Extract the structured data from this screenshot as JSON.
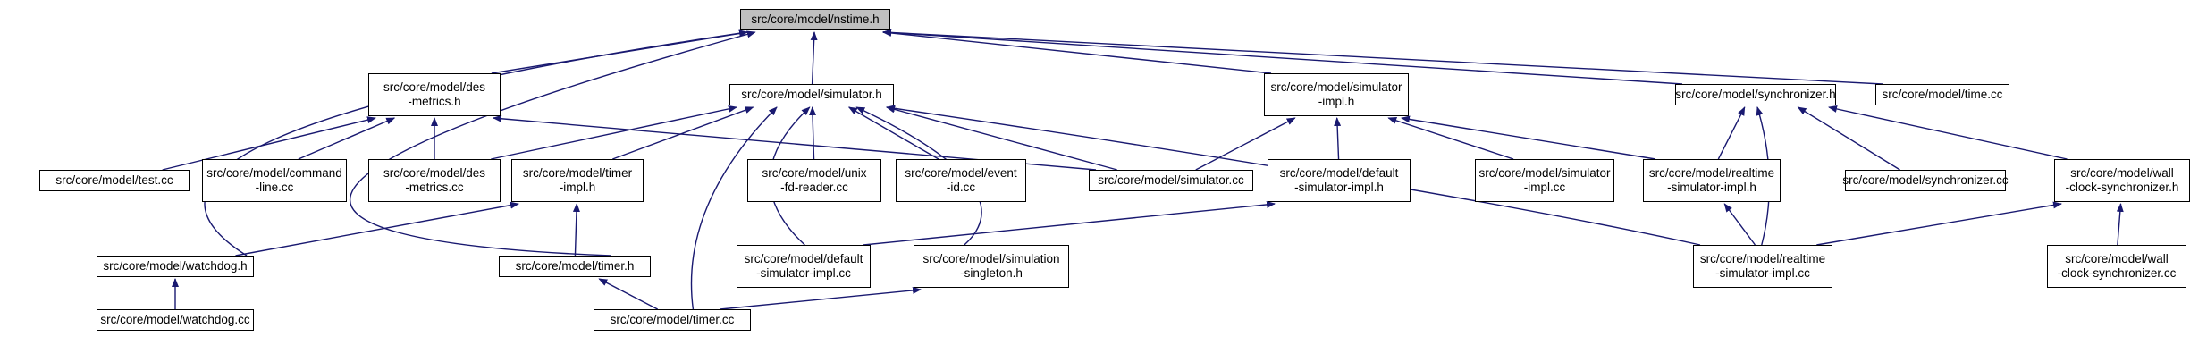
{
  "graph": {
    "root": "n0",
    "edge_color": "#191970",
    "nodes": [
      {
        "id": "n0",
        "label": "src/core/model/nstime.h",
        "highlight": true
      },
      {
        "id": "n1",
        "label": "src/core/model/des\n-metrics.h"
      },
      {
        "id": "n2",
        "label": "src/core/model/simulator.h"
      },
      {
        "id": "n3",
        "label": "src/core/model/simulator\n-impl.h"
      },
      {
        "id": "n4",
        "label": "src/core/model/synchronizer.h"
      },
      {
        "id": "n5",
        "label": "src/core/model/time.cc"
      },
      {
        "id": "n6",
        "label": "src/core/model/test.cc"
      },
      {
        "id": "n7",
        "label": "src/core/model/command\n-line.cc"
      },
      {
        "id": "n8",
        "label": "src/core/model/des\n-metrics.cc"
      },
      {
        "id": "n9",
        "label": "src/core/model/timer\n-impl.h"
      },
      {
        "id": "n10",
        "label": "src/core/model/unix\n-fd-reader.cc"
      },
      {
        "id": "n11",
        "label": "src/core/model/event\n-id.cc"
      },
      {
        "id": "n12",
        "label": "src/core/model/simulator.cc"
      },
      {
        "id": "n13",
        "label": "src/core/model/default\n-simulator-impl.h"
      },
      {
        "id": "n14",
        "label": "src/core/model/simulator\n-impl.cc"
      },
      {
        "id": "n15",
        "label": "src/core/model/realtime\n-simulator-impl.h"
      },
      {
        "id": "n16",
        "label": "src/core/model/synchronizer.cc"
      },
      {
        "id": "n17",
        "label": "src/core/model/wall\n-clock-synchronizer.h"
      },
      {
        "id": "n18",
        "label": "src/core/model/watchdog.h"
      },
      {
        "id": "n19",
        "label": "src/core/model/timer.h"
      },
      {
        "id": "n20",
        "label": "src/core/model/default\n-simulator-impl.cc"
      },
      {
        "id": "n21",
        "label": "src/core/model/simulation\n-singleton.h"
      },
      {
        "id": "n22",
        "label": "src/core/model/realtime\n-simulator-impl.cc"
      },
      {
        "id": "n23",
        "label": "src/core/model/wall\n-clock-synchronizer.cc"
      },
      {
        "id": "n24",
        "label": "src/core/model/watchdog.cc"
      },
      {
        "id": "n25",
        "label": "src/core/model/timer.cc"
      }
    ],
    "edges": [
      [
        "n1",
        "n0"
      ],
      [
        "n2",
        "n0"
      ],
      [
        "n3",
        "n0"
      ],
      [
        "n4",
        "n0"
      ],
      [
        "n5",
        "n0"
      ],
      [
        "n18",
        "n0"
      ],
      [
        "n19",
        "n0"
      ],
      [
        "n6",
        "n1"
      ],
      [
        "n7",
        "n1"
      ],
      [
        "n8",
        "n1"
      ],
      [
        "n12",
        "n1"
      ],
      [
        "n8",
        "n2"
      ],
      [
        "n9",
        "n2"
      ],
      [
        "n10",
        "n2"
      ],
      [
        "n11",
        "n2"
      ],
      [
        "n12",
        "n2"
      ],
      [
        "n20",
        "n2"
      ],
      [
        "n21",
        "n2"
      ],
      [
        "n25",
        "n2"
      ],
      [
        "n22",
        "n2"
      ],
      [
        "n12",
        "n3"
      ],
      [
        "n13",
        "n3"
      ],
      [
        "n14",
        "n3"
      ],
      [
        "n15",
        "n3"
      ],
      [
        "n15",
        "n4"
      ],
      [
        "n16",
        "n4"
      ],
      [
        "n17",
        "n4"
      ],
      [
        "n22",
        "n4"
      ],
      [
        "n18",
        "n9"
      ],
      [
        "n19",
        "n9"
      ],
      [
        "n20",
        "n13"
      ],
      [
        "n22",
        "n15"
      ],
      [
        "n22",
        "n17"
      ],
      [
        "n23",
        "n17"
      ],
      [
        "n24",
        "n18"
      ],
      [
        "n25",
        "n19"
      ],
      [
        "n25",
        "n21"
      ]
    ]
  }
}
